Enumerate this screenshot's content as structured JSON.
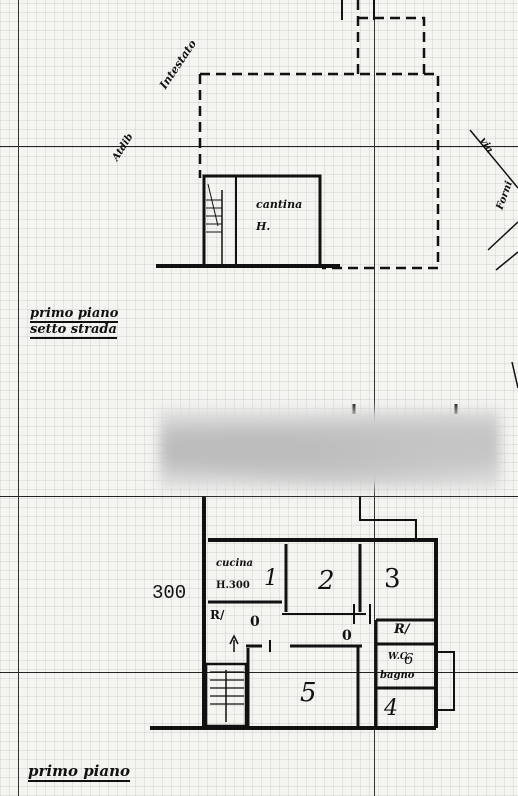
{
  "upper_plan": {
    "label_neighbor": "Intestato",
    "label_street": "Atdib",
    "label_road": "via",
    "label_road_name": "Forni",
    "room_cellar": "cantina",
    "room_cellar_h": "H.",
    "section_title_line1": "primo piano",
    "section_title_line2": "setto strada"
  },
  "lower_plan": {
    "dimension": "300",
    "kitchen": "cucina",
    "kitchen_height": "H.300",
    "room_1": "1",
    "room_2": "2",
    "room_3": "3",
    "room_4": "4",
    "room_5": "5",
    "room_6": "6",
    "closet_left": "R/",
    "closet_right": "R/",
    "mark_0_left": "0",
    "mark_0_center": "0",
    "wc": "W.C.",
    "bathroom": "bagno",
    "section_title": "primo piano"
  }
}
